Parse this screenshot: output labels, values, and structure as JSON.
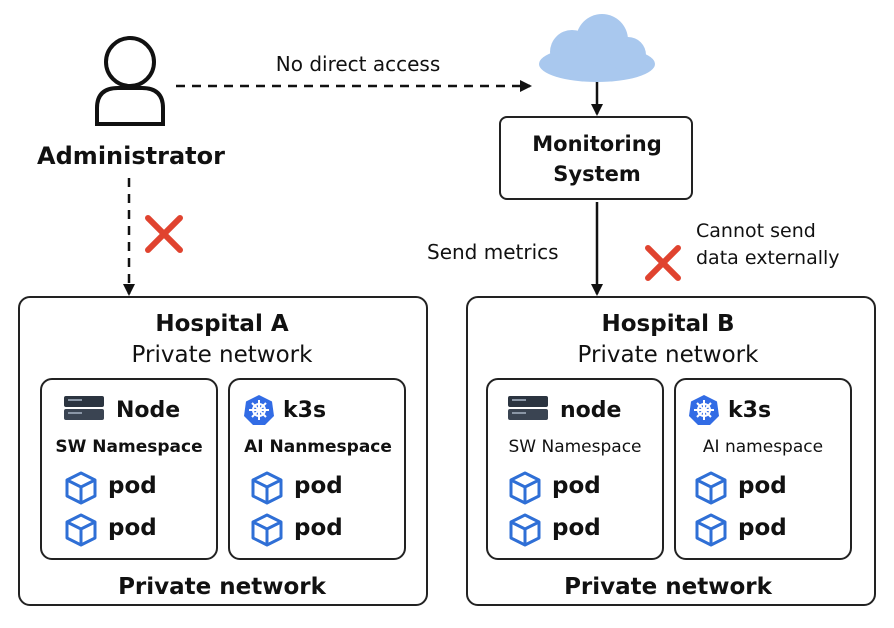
{
  "administrator": {
    "label": "Administrator",
    "icon": "person-icon"
  },
  "edges": {
    "no_direct_access": "No direct access",
    "send_metrics": "Send metrics",
    "cannot_send": [
      "Cannot send",
      "data externally"
    ]
  },
  "cloud": {
    "icon": "cloud-icon",
    "color": "#a9c8ee"
  },
  "monitoring": {
    "line1": "Monitoring",
    "line2": "System"
  },
  "hospital_a": {
    "title": "Hospital A",
    "subtitle": "Private network",
    "footer": "Private network",
    "left_ns": {
      "head": "Node",
      "head_icon": "server-icon",
      "label": "SW Namespace",
      "pods": [
        "pod",
        "pod"
      ]
    },
    "right_ns": {
      "head": "k3s",
      "head_icon": "kubernetes-icon",
      "label": "AI Nanmespace",
      "pods": [
        "pod",
        "pod"
      ]
    }
  },
  "hospital_b": {
    "title": "Hospital B",
    "subtitle": "Private network",
    "footer": "Private network",
    "left_ns": {
      "head": "node",
      "head_icon": "server-icon",
      "label": "SW Namespace",
      "pods": [
        "pod",
        "pod"
      ]
    },
    "right_ns": {
      "head": "k3s",
      "head_icon": "kubernetes-icon",
      "label": "AI namespace",
      "pods": [
        "pod",
        "pod"
      ]
    }
  },
  "colors": {
    "accent_blue": "#2f6fd6",
    "cross_red": "#e0432f",
    "line": "#222222"
  }
}
